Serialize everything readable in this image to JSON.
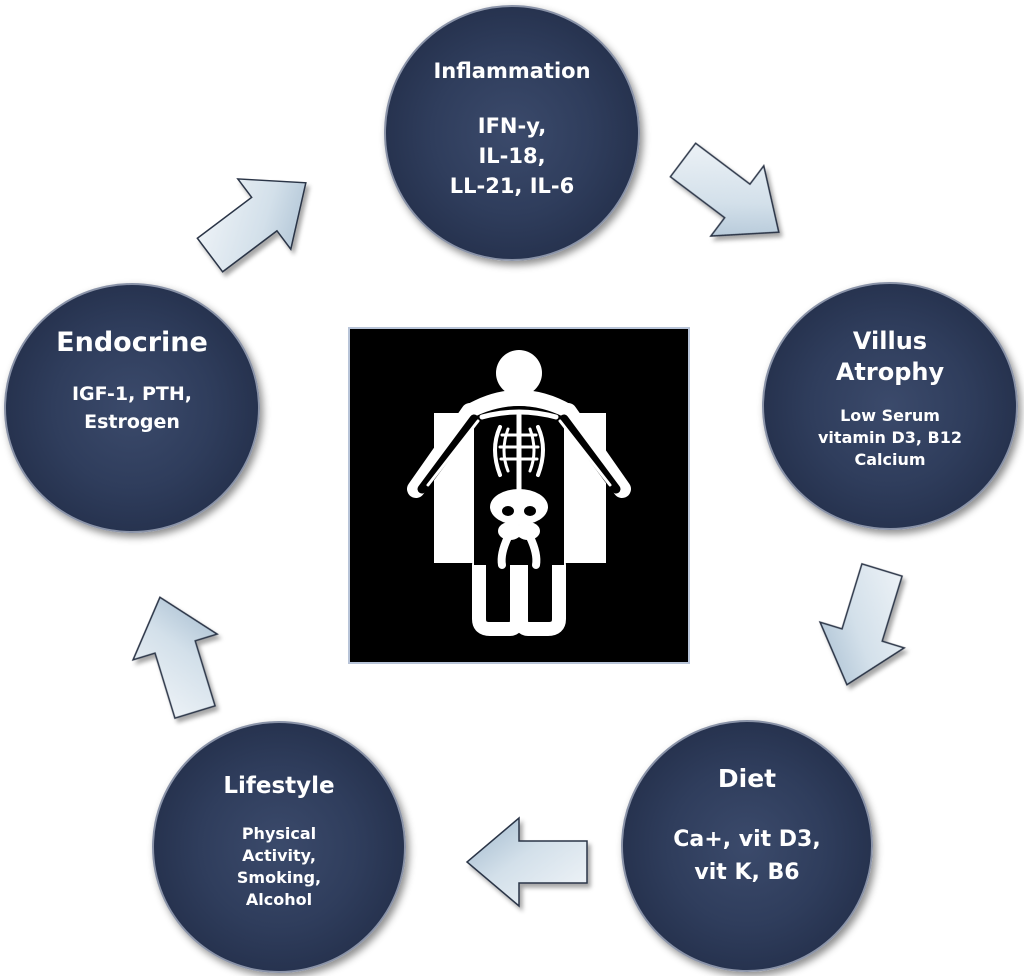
{
  "colors": {
    "node_fill": "#2f3d5c",
    "node_border": "#8a93a8",
    "arrow_fill_light": "#f4f7fa",
    "arrow_fill_dark": "#9fb7cc",
    "arrow_stroke": "#2b3446",
    "icon_background": "#000000",
    "icon_foreground": "#ffffff"
  },
  "nodes": {
    "inflammation": {
      "title": "Inflammation",
      "lines": [
        "IFN-y,",
        "IL-18,",
        "LL-21, IL-6"
      ]
    },
    "villus": {
      "title_lines": [
        "Villus",
        "Atrophy"
      ],
      "lines": [
        "Low Serum",
        "vitamin D3, B12",
        "Calcium"
      ]
    },
    "diet": {
      "title": "Diet",
      "lines": [
        "Ca+, vit D3,",
        "vit K, B6"
      ]
    },
    "lifestyle": {
      "title": "Lifestyle",
      "lines": [
        "Physical",
        "Activity,",
        "Smoking,",
        "Alcohol"
      ]
    },
    "endocrine": {
      "title": "Endocrine",
      "lines": [
        "IGF-1, PTH,",
        "Estrogen"
      ]
    }
  },
  "center_icon": "skeleton-xray-icon"
}
